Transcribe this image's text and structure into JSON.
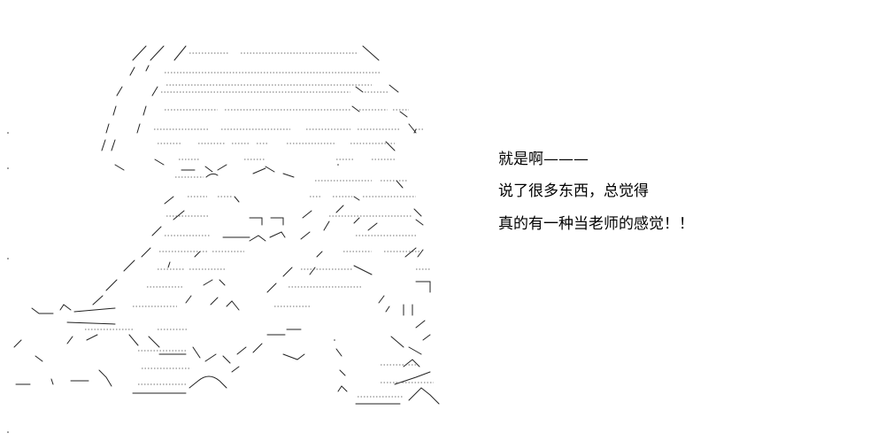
{
  "art": {
    "icon": "ascii-art-character-figure",
    "ink_color": "#222222"
  },
  "speech": {
    "lines": [
      "就是啊———",
      "说了很多东西，总觉得",
      "真的有一种当老师的感觉！！"
    ]
  }
}
